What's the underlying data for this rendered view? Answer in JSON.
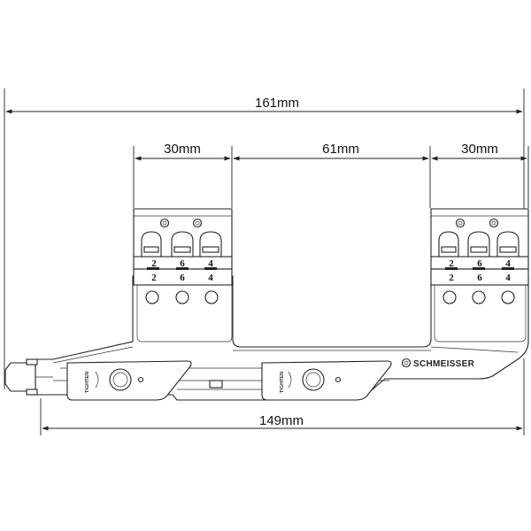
{
  "dimensions": {
    "overall_length": "161mm",
    "left_ring_width": "30mm",
    "ring_spacing": "61mm",
    "right_ring_width": "30mm",
    "base_length": "149mm"
  },
  "ring_numbers": {
    "upper": [
      "2",
      "6",
      "4"
    ],
    "lower": [
      "2",
      "6",
      "4"
    ]
  },
  "brand": "SCHMEISSER",
  "lever_label": "TIGHTEN"
}
